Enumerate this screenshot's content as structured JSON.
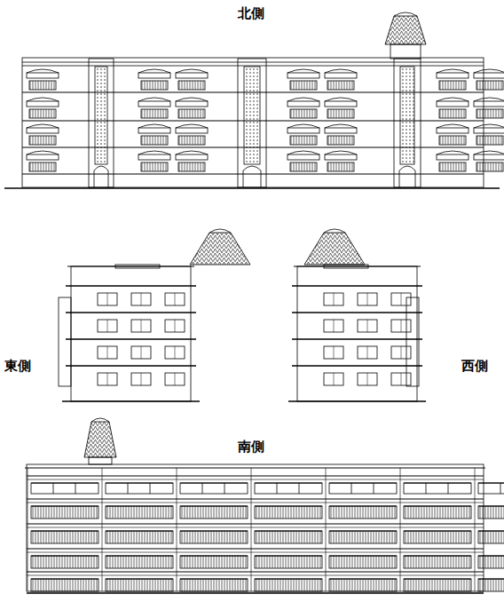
{
  "diagram": {
    "labels": [
      "北側",
      "東側",
      "西側",
      "南側"
    ]
  }
}
